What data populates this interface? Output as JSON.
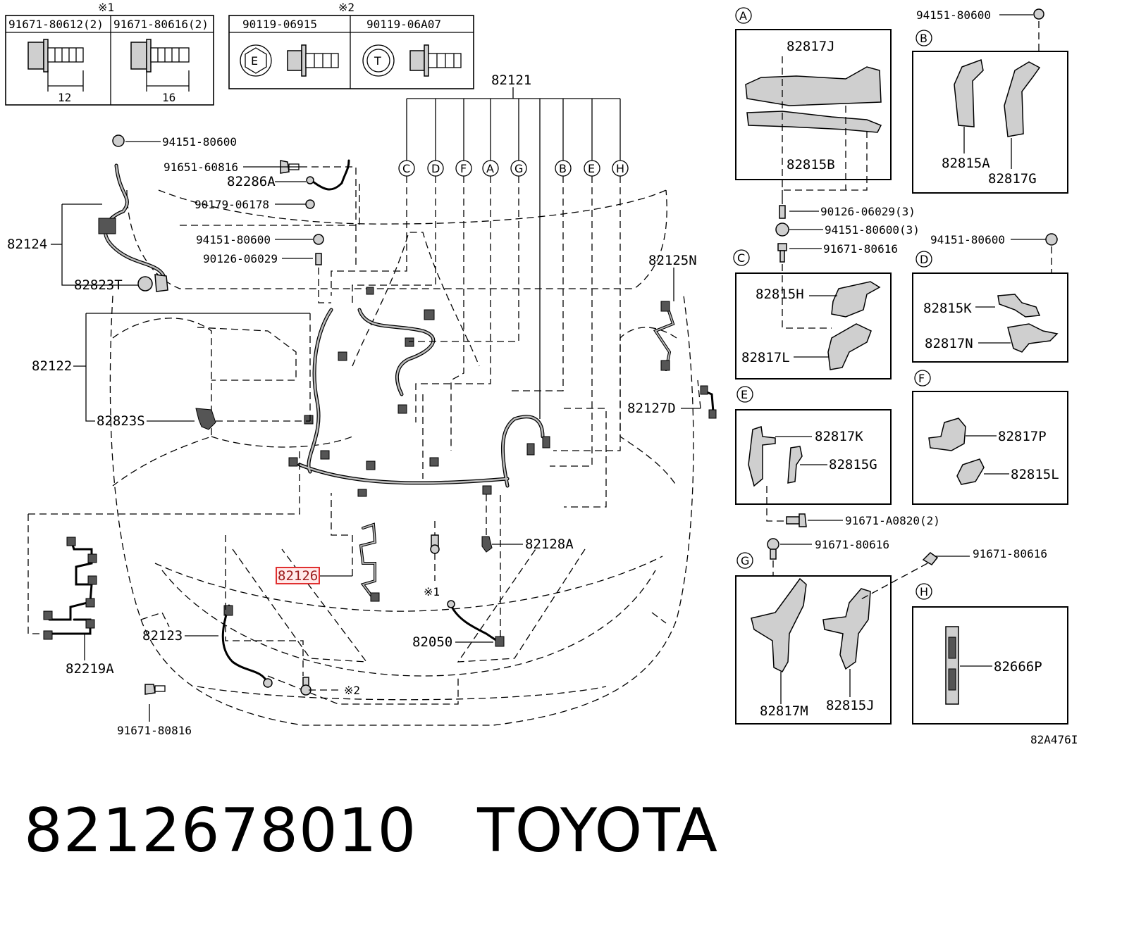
{
  "header_tables": [
    {
      "mark": "※1",
      "cells": [
        "91671-80612(2)",
        "91671-80616(2)"
      ],
      "dims": [
        "12",
        "16"
      ]
    },
    {
      "mark": "※2",
      "cells": [
        "90119-06915",
        "90119-06A07"
      ],
      "head_letters": [
        "E",
        "T"
      ]
    }
  ],
  "main_labels": {
    "p82121": "82121",
    "p94151_top": "94151-80600",
    "p91651": "91651-60816",
    "p82286A": "82286A",
    "p90179": "90179-06178",
    "p82124": "82124",
    "p94151_mid": "94151-80600",
    "p90126": "90126-06029",
    "p82823T": "82823T",
    "p82122": "82122",
    "p82823S": "82823S",
    "p82125N": "82125N",
    "p82127D": "82127D",
    "p82128A": "82128A",
    "p82126": "82126",
    "mark1": "※1",
    "p82123": "82123",
    "p82050": "82050",
    "mark2": "※2",
    "p82219A": "82219A",
    "p91671_bottom": "91671-80816"
  },
  "callout_letters": [
    "C",
    "D",
    "F",
    "A",
    "G",
    "B",
    "E",
    "H"
  ],
  "detail_panels": {
    "A": {
      "letter": "A",
      "labels": [
        "82817J",
        "82815B"
      ]
    },
    "B": {
      "letter": "B",
      "labels": [
        "94151-80600",
        "82815A",
        "82817G"
      ]
    },
    "fasteners_AC": [
      "90126-06029(3)",
      "94151-80600(3)",
      "91671-80616"
    ],
    "C": {
      "letter": "C",
      "labels": [
        "82815H",
        "82817L"
      ]
    },
    "D": {
      "letter": "D",
      "labels": [
        "94151-80600",
        "82815K",
        "82817N"
      ]
    },
    "E": {
      "letter": "E",
      "labels": [
        "82817K",
        "82815G",
        "91671-A0820(2)"
      ]
    },
    "F": {
      "letter": "F",
      "labels": [
        "82817P",
        "82815L"
      ]
    },
    "G": {
      "letter": "G",
      "labels": [
        "91671-80616",
        "82817M",
        "82815J"
      ]
    },
    "H": {
      "letter": "H",
      "labels": [
        "91671-80616",
        "82666P"
      ]
    }
  },
  "diagram_code": "82A476I",
  "footer": {
    "part_number": "8212678010",
    "brand": "TOYOTA"
  },
  "highlight_color": "#e03030"
}
